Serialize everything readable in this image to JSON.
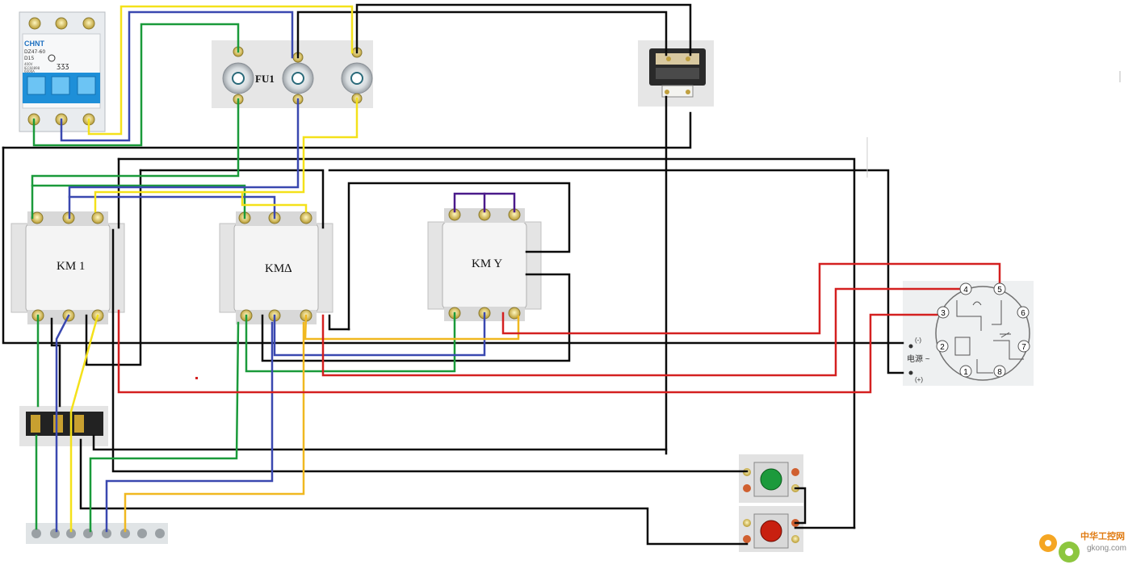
{
  "breaker": {
    "brand": "CHNT",
    "model": "DZ47-60",
    "rating": "D15",
    "voltage": "400V",
    "spec1": "IEC60898",
    "spec2": "6000A"
  },
  "fuse": {
    "label": "FU1"
  },
  "contactors": {
    "km1": "KM 1",
    "km_delta": "KM∆",
    "km_y": "KM Y"
  },
  "relay": {
    "pins": [
      "1",
      "2",
      "3",
      "4",
      "5",
      "6",
      "7",
      "8"
    ],
    "minus": "(-)",
    "power": "电源 ~",
    "plus": "(+)"
  },
  "watermark": {
    "logo_text": "中华工控网",
    "url": "gkong.com"
  },
  "colors": {
    "green": "#1a9a3a",
    "blue": "#3a48b0",
    "yellow": "#f4e11a",
    "orange": "#f0b820",
    "black": "#0a0a0a",
    "red": "#d42020",
    "purple": "#4a1a8a"
  }
}
